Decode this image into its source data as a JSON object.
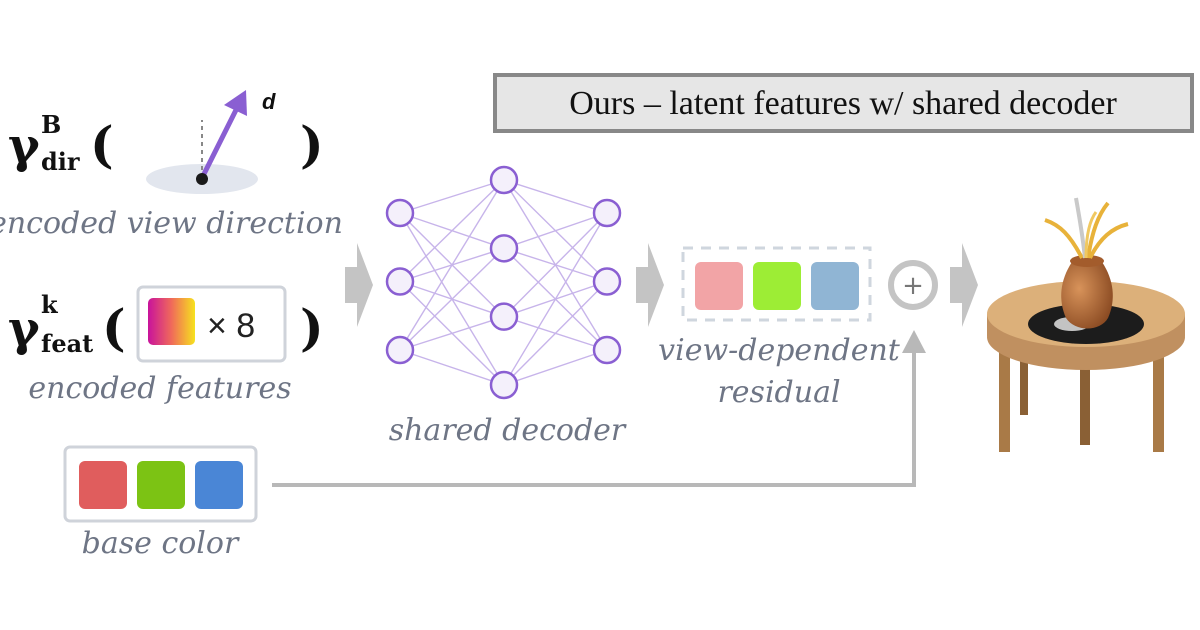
{
  "title": "Ours – latent features w/ shared decoder",
  "view_direction": {
    "symbol": "γ",
    "superscript": "B",
    "subscript": "dir",
    "open_paren": "(",
    "close_paren": ")",
    "vector_label": "d",
    "caption": "encoded view direction"
  },
  "features": {
    "symbol": "γ",
    "superscript": "k",
    "subscript": "feat",
    "open_paren": "(",
    "close_paren": ")",
    "multiplier": "× 8",
    "caption": "encoded features"
  },
  "decoder": {
    "caption": "shared decoder",
    "layers": [
      3,
      4,
      3
    ]
  },
  "residual": {
    "caption_line1": "view-dependent",
    "caption_line2": "residual",
    "swatches": [
      "#f2a4a6",
      "#9ded35",
      "#90b5d4"
    ]
  },
  "base_color": {
    "caption": "base color",
    "swatches": [
      "#e05d5d",
      "#7cc314",
      "#4a86d6"
    ]
  },
  "combine": {
    "symbol": "+"
  },
  "colors": {
    "network": "#8a5fd2",
    "arrow_gray": "#b8b8b8",
    "caption": "#6e7585",
    "title_box": "#e6e6e6"
  }
}
